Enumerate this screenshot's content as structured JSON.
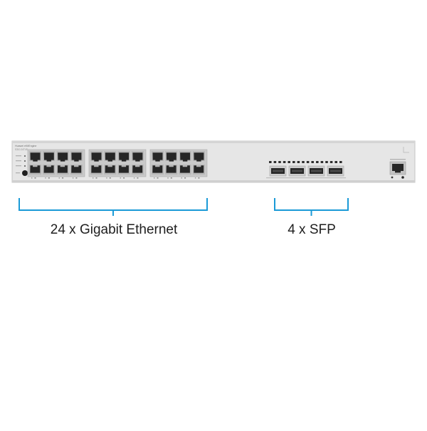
{
  "switch": {
    "brand_text": "Huawei eKitEngine",
    "model_text": "S310-24T4S",
    "rj45_port_count": 24,
    "sfp_port_count": 4,
    "colors": {
      "chassis": "#e6e6e6",
      "chassis_edge": "#c4c4c4",
      "port_frame": "#b7b7b7",
      "port_socket": "#262626",
      "bracket": "#1a9ad7",
      "text": "#1e1e1e"
    }
  },
  "labels": {
    "rj45_caption": "24 x Gigabit Ethernet",
    "sfp_caption": "4 x SFP"
  }
}
